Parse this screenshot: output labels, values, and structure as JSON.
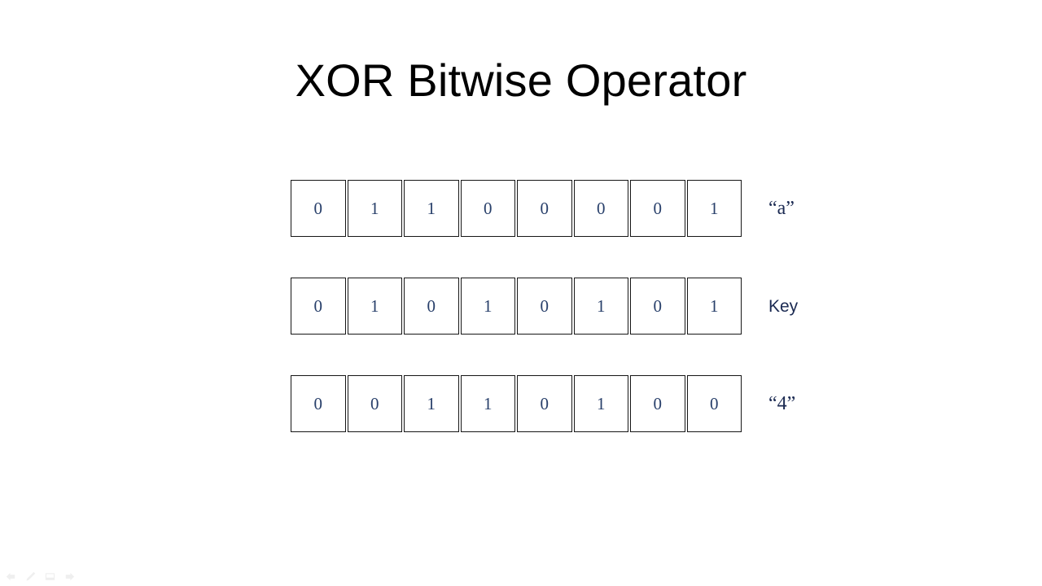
{
  "slide": {
    "title": "XOR Bitwise Operator",
    "background_color": "#ffffff",
    "title_color": "#000000",
    "bit_color": "#29406b",
    "label_color": "#1b2a52",
    "cell_border_color": "#161616"
  },
  "rows": [
    {
      "name": "operand-a",
      "bits": [
        "0",
        "1",
        "1",
        "0",
        "0",
        "0",
        "0",
        "1"
      ],
      "label": "“a”",
      "label_style": "serif"
    },
    {
      "name": "key",
      "bits": [
        "0",
        "1",
        "0",
        "1",
        "0",
        "1",
        "0",
        "1"
      ],
      "label": "Key",
      "label_style": "sans"
    },
    {
      "name": "result",
      "bits": [
        "0",
        "0",
        "1",
        "1",
        "0",
        "1",
        "0",
        "0"
      ],
      "label": "“4”",
      "label_style": "serif"
    }
  ],
  "presenter_toolbar": {
    "items": [
      {
        "icon": "arrow-left-icon",
        "label": "Previous"
      },
      {
        "icon": "pen-icon",
        "label": "Pen"
      },
      {
        "icon": "slides-icon",
        "label": "All Slides"
      },
      {
        "icon": "arrow-right-icon",
        "label": "Next"
      }
    ]
  }
}
